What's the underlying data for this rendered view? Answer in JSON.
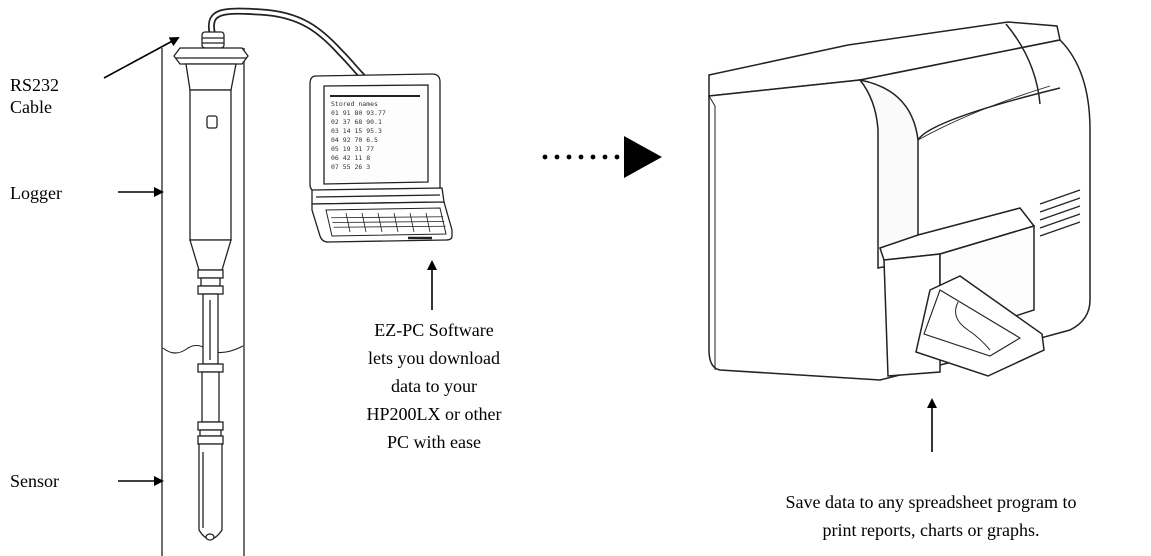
{
  "labels": {
    "rs232_line1": "RS232",
    "rs232_line2": "Cable",
    "logger": "Logger",
    "sensor": "Sensor"
  },
  "software_caption": [
    "EZ-PC Software",
    "lets you download",
    "data to your",
    "HP200LX or other",
    "PC with ease"
  ],
  "printer_caption": [
    "Save data to any spreadsheet program to",
    "print reports, charts or graphs."
  ],
  "palmtop_screen_text": [
    "Stored names",
    "01 91 80 93.77",
    "02 37 68 90.1",
    "03 14 15 95.3",
    "04 92 70 6.5",
    "05 19 31 77",
    "06 42 11 8",
    "07 55 26 3"
  ]
}
